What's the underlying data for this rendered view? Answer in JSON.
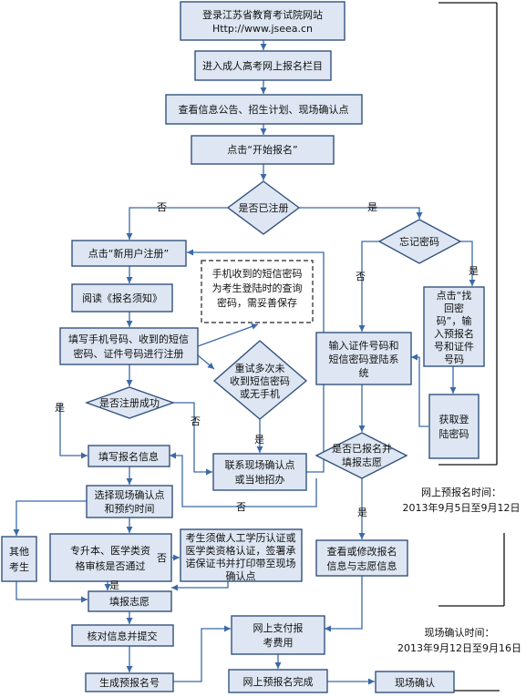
{
  "nodes": {
    "login": [
      "登录江苏省教育考试院网站",
      "Http://www.jseea.cn"
    ],
    "enter": [
      "进入成人高考网上报名栏目"
    ],
    "view": [
      "查看信息公告、招生计划、现场确认点"
    ],
    "start": [
      "点击“开始报名”"
    ],
    "registered": [
      "是否已注册"
    ],
    "forgot": [
      "忘记密码"
    ],
    "new_user": [
      "点击“新用户注册”"
    ],
    "read": [
      "阅读《报名须知》"
    ],
    "fill_phone": [
      "填写手机号码、收到的短信",
      "密码、证件号码进行注册"
    ],
    "note": [
      "手机收到的短信密码",
      "为考生登陆时的查询",
      "密码，需妥善保存"
    ],
    "retry": [
      "重试多次未",
      "收到短信密码",
      "或无手机"
    ],
    "login_sys": [
      "输入证件号码和",
      "短信密码登陆系",
      "统"
    ],
    "retrieve": [
      "点击“找",
      "回密",
      "码”，输",
      "入预报名",
      "号和证件",
      "号码"
    ],
    "get_pwd": [
      "获取登",
      "陆密码"
    ],
    "reg_ok": [
      "是否注册成功"
    ],
    "fill_info": [
      "填写报名信息"
    ],
    "contact": [
      "联系现场确认点",
      "或当地招办"
    ],
    "applied": [
      "是否已报名并",
      "填报志愿"
    ],
    "choose_point": [
      "选择现场确认点",
      "和预约时间"
    ],
    "other": [
      "其他",
      "考生"
    ],
    "special": [
      "专升本、医学类资",
      "格审核是否通过"
    ],
    "must": [
      "考生须做人工学历认证或",
      "医学类资格认证，签署承",
      "诺保证书并打印带至现场",
      "确认点"
    ],
    "modify": [
      "查看或修改报名",
      "信息与志愿信息"
    ],
    "fill_wish": [
      "填报志愿"
    ],
    "check": [
      "核对信息并提交"
    ],
    "pay": [
      "网上支付报",
      "考费用"
    ],
    "gen": [
      "生成预报名号"
    ],
    "done": [
      "网上预报名完成"
    ],
    "onsite": [
      "现场确认"
    ]
  },
  "labels": {
    "no": "否",
    "yes": "是"
  },
  "side_notes": {
    "online_title": "网上预报名时间：",
    "online_dates": "2013年9月5日至9月12日",
    "onsite_title": "现场确认时间：",
    "onsite_dates": "2013年9月12日至9月16日"
  }
}
